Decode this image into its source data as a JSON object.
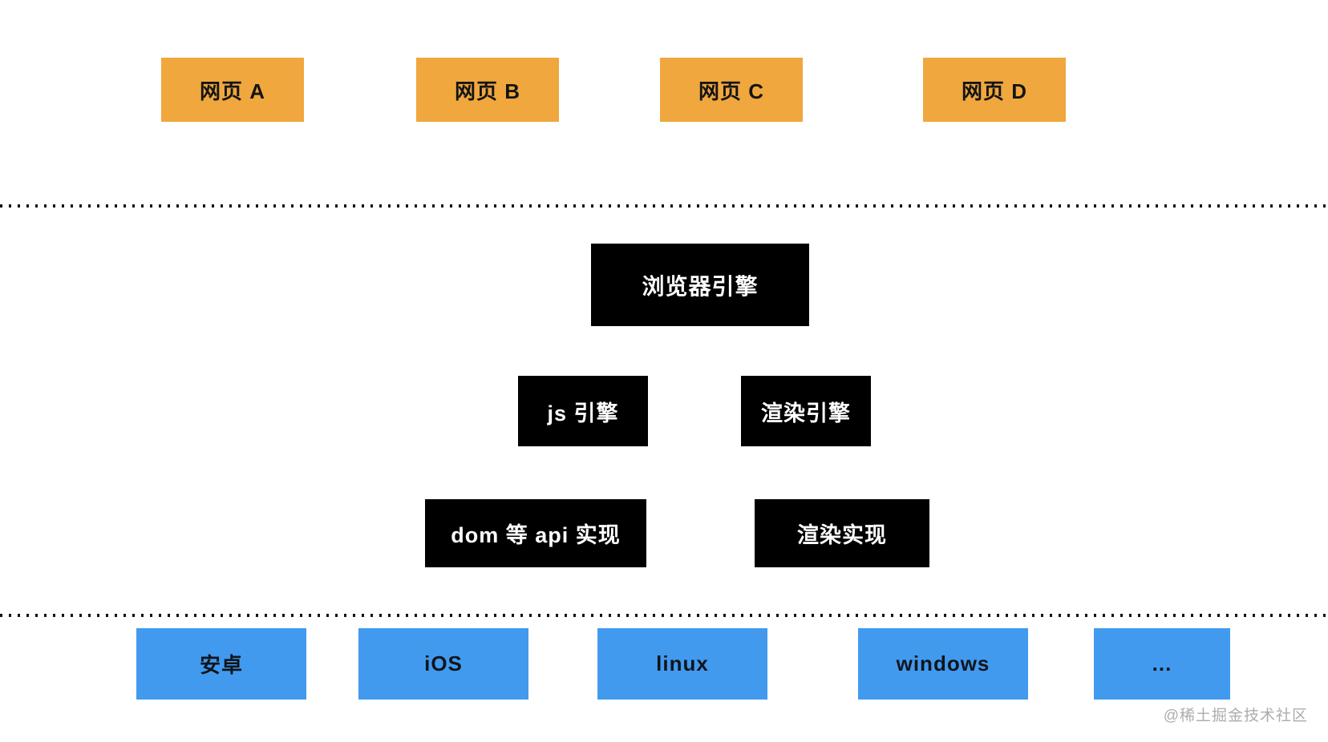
{
  "diagram": {
    "title_semantic": "browser-architecture-diagram",
    "colors": {
      "web_page_box": "#F0A73E",
      "engine_box": "#000000",
      "platform_box": "#429AEF",
      "box_text_dark": "#141414",
      "box_text_light": "#ffffff",
      "dotted_line": "#141414",
      "watermark": "#ACACAC",
      "background": "#ffffff"
    },
    "web_pages": {
      "items": [
        {
          "label": "网页 A"
        },
        {
          "label": "网页 B"
        },
        {
          "label": "网页 C"
        },
        {
          "label": "网页 D"
        }
      ]
    },
    "engine": {
      "root": {
        "label": "浏览器引擎"
      },
      "level2": [
        {
          "label": "js 引擎"
        },
        {
          "label": "渲染引擎"
        }
      ],
      "level3": [
        {
          "label": "dom 等 api 实现"
        },
        {
          "label": "渲染实现"
        }
      ]
    },
    "platforms": {
      "items": [
        {
          "label": "安卓"
        },
        {
          "label": "iOS"
        },
        {
          "label": "linux"
        },
        {
          "label": "windows"
        },
        {
          "label": "..."
        }
      ]
    },
    "watermark": {
      "text": "@稀土掘金技术社区"
    }
  }
}
